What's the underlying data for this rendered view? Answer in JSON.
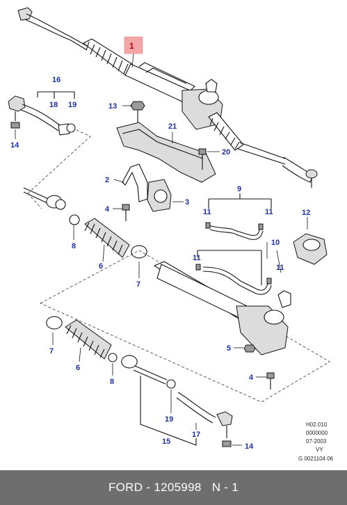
{
  "callouts": {
    "n1": "1",
    "n2a": "2",
    "n3": "3",
    "n4a": "4",
    "n4b": "4",
    "n5": "5",
    "n6a": "6",
    "n6b": "6",
    "n7a": "7",
    "n7b": "7",
    "n8a": "8",
    "n8b": "8",
    "n9": "9",
    "n10": "10",
    "n11a": "11",
    "n11b": "11",
    "n11c": "11",
    "n11d": "11",
    "n12": "12",
    "n13": "13",
    "n14a": "14",
    "n14b": "14",
    "n15": "15",
    "n16": "16",
    "n17": "17",
    "n18": "18",
    "n19a": "19",
    "n19b": "19",
    "n20": "20",
    "n21": "21"
  },
  "reference": {
    "line1": "H02.010",
    "line2": "0000000",
    "line3": "07-2003",
    "line4": "VY",
    "line5": "G 0021104 06"
  },
  "footer": {
    "brand": "FORD",
    "sep": " - ",
    "part_number": "1205998",
    "position": "N - 1"
  },
  "colors": {
    "callout_blue": "#1a2ea8",
    "highlight_box": "#f4a6a6",
    "footer_bg": "#6e6e6e"
  }
}
